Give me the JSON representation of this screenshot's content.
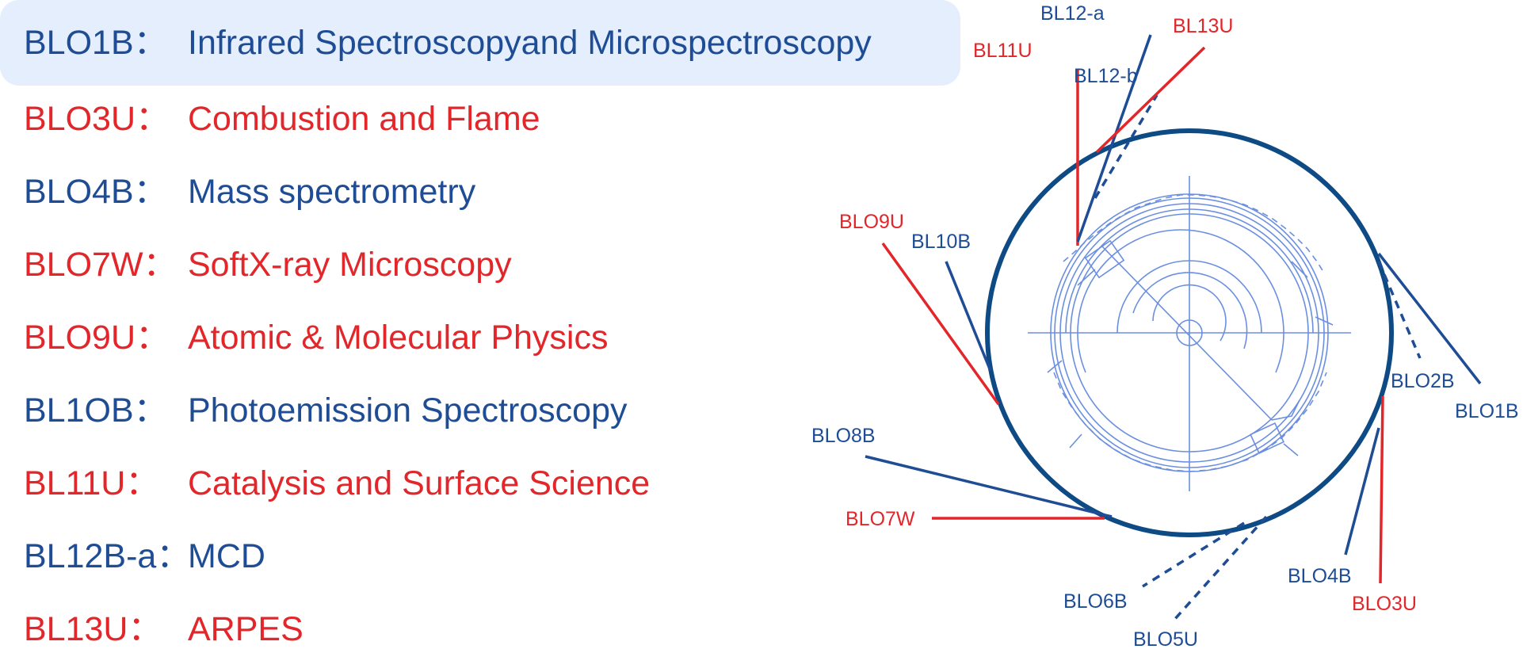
{
  "colors": {
    "blue": "#1e4d96",
    "red": "#e3262a",
    "ring": "#0e4a84",
    "ring_inner": "#6b8fe0",
    "selected_bg": "#e4eefc"
  },
  "beamlines": [
    {
      "id": "bl01b",
      "code": "BLO1B：",
      "desc": "Infrared Spectroscopyand Microspectroscopy",
      "color": "blue",
      "selected": true
    },
    {
      "id": "bl03u",
      "code": "BLO3U：",
      "desc": "Combustion and Flame",
      "color": "red",
      "selected": false
    },
    {
      "id": "bl04b",
      "code": "BLO4B：",
      "desc": "Mass spectrometry",
      "color": "blue",
      "selected": false
    },
    {
      "id": "bl07w",
      "code": "BLO7W：",
      "desc": "SoftX-ray Microscopy",
      "color": "red",
      "selected": false
    },
    {
      "id": "bl09u",
      "code": "BLO9U：",
      "desc": "Atomic & Molecular Physics",
      "color": "red",
      "selected": false
    },
    {
      "id": "bl10b",
      "code": "BL1OB：",
      "desc": "Photoemission Spectroscopy",
      "color": "blue",
      "selected": false
    },
    {
      "id": "bl11u",
      "code": "BL11U：",
      "desc": "Catalysis and Surface Science",
      "color": "red",
      "selected": false
    },
    {
      "id": "bl12b-a",
      "code": "BL12B-a：",
      "desc": "MCD",
      "color": "blue",
      "selected": false
    },
    {
      "id": "bl13u",
      "code": "BL13U：",
      "desc": "ARPES",
      "color": "red",
      "selected": false
    }
  ],
  "diagram_labels": {
    "bl12a": "BL12-a",
    "bl13u": "BL13U",
    "bl11u": "BL11U",
    "bl12b": "BL12-b",
    "bl09u": "BLO9U",
    "bl10b": "BL10B",
    "bl02b": "BLO2B",
    "bl01b": "BLO1B",
    "bl08b": "BLO8B",
    "bl07w": "BLO7W",
    "bl04b": "BLO4B",
    "bl03u": "BLO3U",
    "bl06b": "BLO6B",
    "bl05u": "BLO5U"
  }
}
